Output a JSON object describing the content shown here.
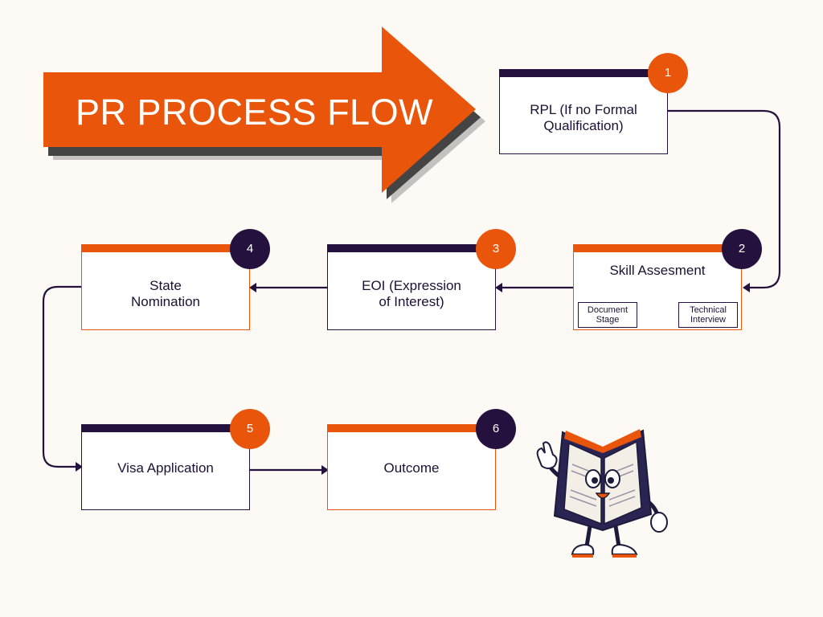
{
  "title": "PR PROCESS FLOW",
  "colors": {
    "orange": "#e9560b",
    "dark": "#24113d",
    "background": "#fdf9f4"
  },
  "steps": [
    {
      "number": "1",
      "label_lines": [
        "RPL (If no Formal",
        "Qualification)"
      ]
    },
    {
      "number": "2",
      "label_lines": [
        "Skill Assesment"
      ],
      "sub_items": [
        [
          "Document",
          "Stage"
        ],
        [
          "Technical",
          "Interview"
        ]
      ]
    },
    {
      "number": "3",
      "label_lines": [
        "EOI (Expression",
        "of Interest)"
      ]
    },
    {
      "number": "4",
      "label_lines": [
        "State",
        "Nomination"
      ]
    },
    {
      "number": "5",
      "label_lines": [
        "Visa Application"
      ]
    },
    {
      "number": "6",
      "label_lines": [
        "Outcome"
      ]
    }
  ],
  "mascot": "waving-book-mascot"
}
